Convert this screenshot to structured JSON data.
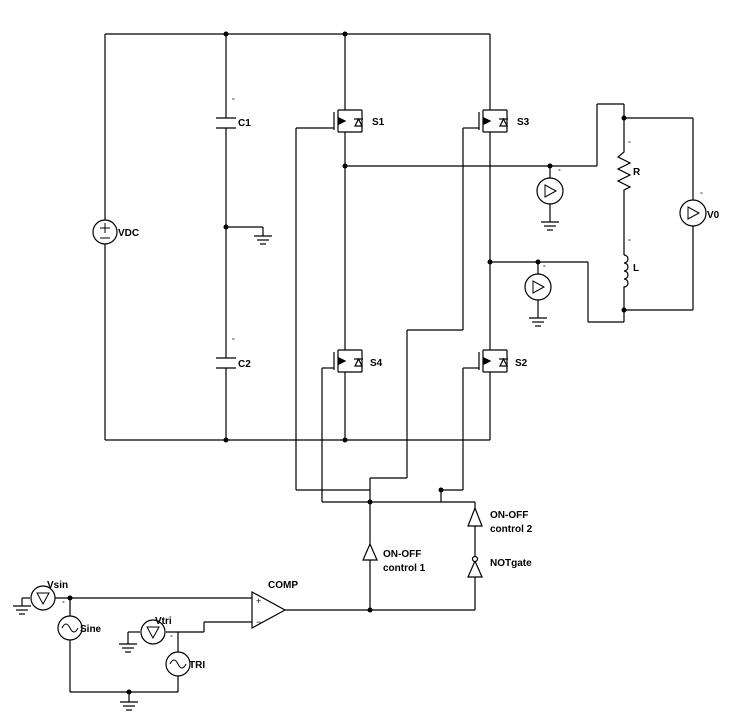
{
  "labels": {
    "vdc": "VDC",
    "c1": "C1",
    "c2": "C2",
    "s1": "S1",
    "s2": "S2",
    "s3": "S3",
    "s4": "S4",
    "r": "R",
    "l": "L",
    "v0": "V0",
    "comp": "COMP",
    "vsin": "Vsin",
    "sine": "Sine",
    "vtri": "Vtri",
    "tri": "TRI",
    "notgate": "NOTgate",
    "onoff1_line1": "ON-OFF",
    "onoff1_line2": "control 1",
    "onoff2_line1": "ON-OFF",
    "onoff2_line2": "control 2"
  },
  "symbols": {
    "plus": "+",
    "minus": "−",
    "marker": "°",
    "voltmeter": "V"
  }
}
